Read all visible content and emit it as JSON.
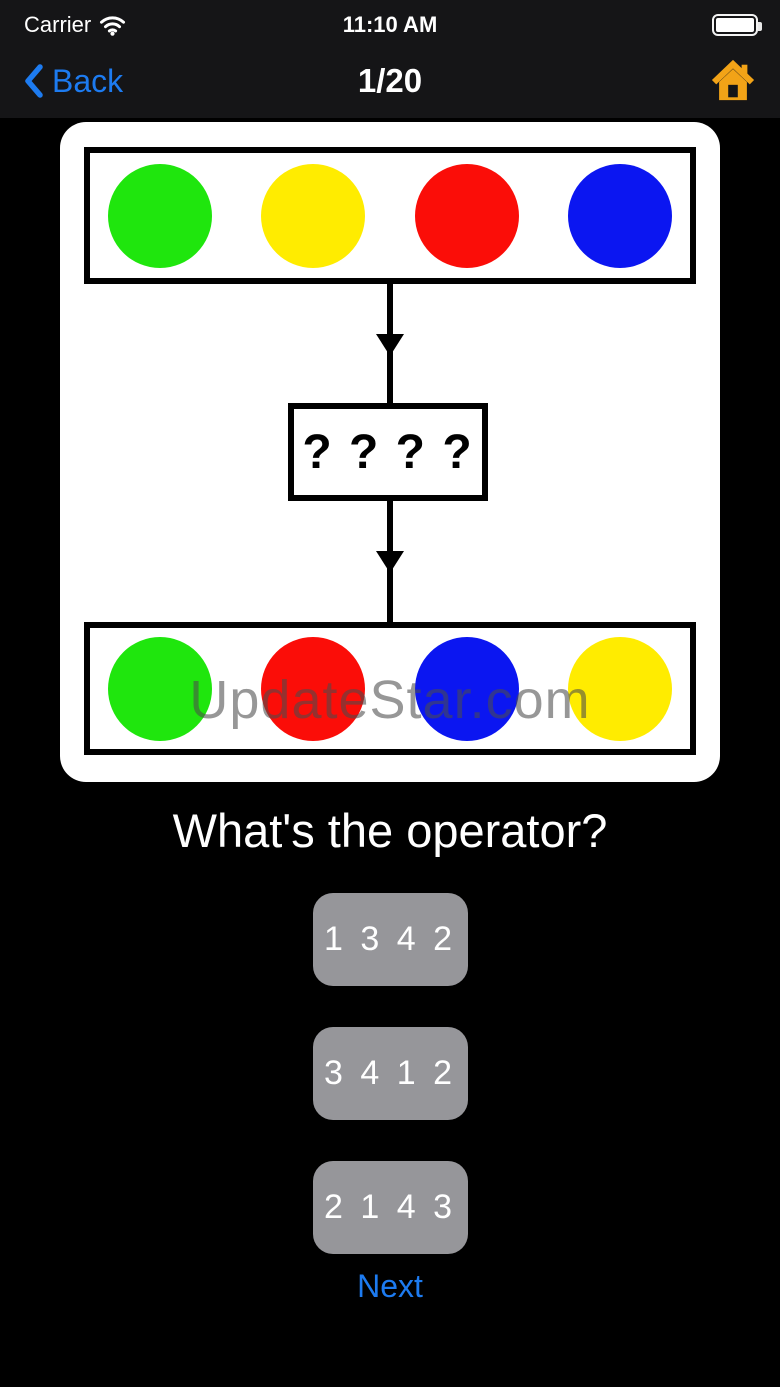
{
  "status_bar": {
    "carrier": "Carrier",
    "time": "11:10 AM"
  },
  "nav_bar": {
    "back_label": "Back",
    "title": "1/20"
  },
  "diagram": {
    "top_row": [
      {
        "name": "green",
        "color": "#1fe60d"
      },
      {
        "name": "yellow",
        "color": "#ffec00"
      },
      {
        "name": "red",
        "color": "#fb0d08"
      },
      {
        "name": "blue",
        "color": "#0b16f1"
      }
    ],
    "operator_label": "? ? ? ?",
    "bottom_row": [
      {
        "name": "green",
        "color": "#1fe60d"
      },
      {
        "name": "red",
        "color": "#fb0d08"
      },
      {
        "name": "blue",
        "color": "#0b16f1"
      },
      {
        "name": "yellow",
        "color": "#ffec00"
      }
    ],
    "watermark": "UpdateStar.com"
  },
  "question": "What's the operator?",
  "options": [
    {
      "label": "1 3 4 2"
    },
    {
      "label": "3 4 1 2"
    },
    {
      "label": "2 1 4 3"
    }
  ],
  "next_label": "Next",
  "icons": {
    "wifi": "wifi-icon",
    "battery": "battery-icon",
    "back_chevron": "chevron-left-icon",
    "home": "home-icon",
    "arrows": "arrow-down-icon"
  },
  "colors": {
    "accent_blue": "#1d7bf0",
    "home_orange": "#f2a317",
    "button_gray": "#96969a",
    "card_white": "#ffffff",
    "bar_dark": "#151517",
    "background": "#000000"
  }
}
